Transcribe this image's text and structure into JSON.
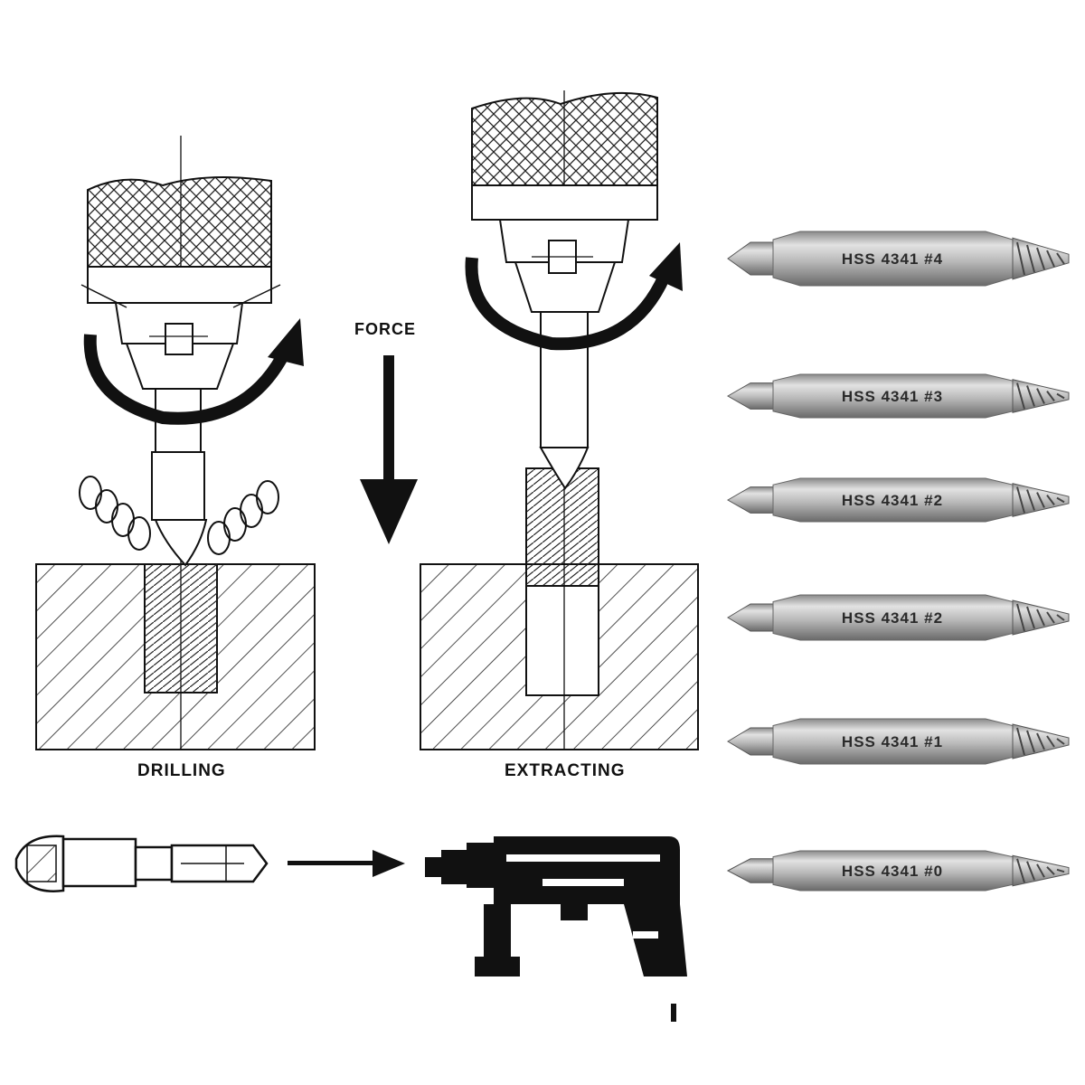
{
  "labels": {
    "force": "FORCE",
    "drilling": "DRILLING",
    "extracting": "EXTRACTING"
  },
  "bits": [
    {
      "label": "HSS 4341 #4"
    },
    {
      "label": "HSS 4341 #3"
    },
    {
      "label": "HSS 4341 #2"
    },
    {
      "label": "HSS 4341 #2"
    },
    {
      "label": "HSS 4341 #1"
    },
    {
      "label": "HSS 4341 #0"
    }
  ],
  "icons": {
    "drill_bit": "drill-bit-icon",
    "power_drill": "power-drill-icon",
    "arrow": "arrow-right-icon",
    "force_arrow": "arrow-down-icon",
    "rotation": "rotation-arrow-icon"
  },
  "colors": {
    "ink": "#111111",
    "steel_light": "#d9d9d9",
    "steel_mid": "#a8a8a8",
    "steel_dark": "#6e6e6e"
  }
}
